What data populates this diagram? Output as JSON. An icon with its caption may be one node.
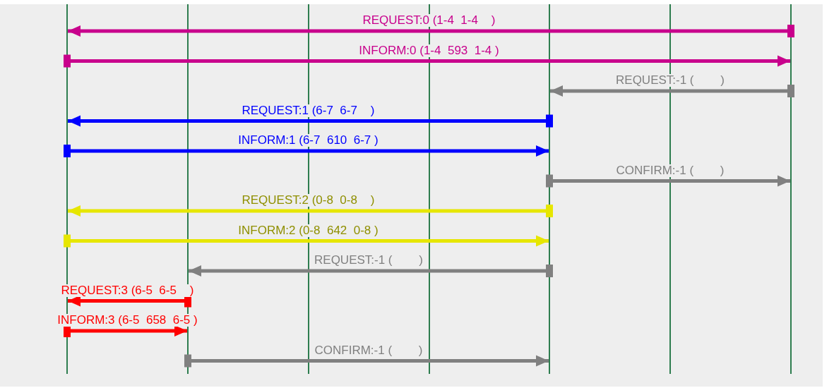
{
  "diagram": {
    "nodes": [
      {
        "text": [],
        "shape": "line"
      },
      {
        "text": [],
        "shape": "line"
      },
      {
        "text": [],
        "shape": "line"
      },
      {
        "text": [],
        "shape": "line"
      },
      {
        "text": [],
        "shape": "line"
      },
      {
        "text": [],
        "shape": "line"
      },
      {
        "text": [],
        "shape": "line"
      }
    ],
    "edges": [
      {
        "from": 6,
        "to": 0,
        "arrow": "to",
        "label": "REQUEST:0 (1-4  1-4    )",
        "color": "#c8008c"
      },
      {
        "from": 0,
        "to": 6,
        "arrow": "to",
        "label": "INFORM:0 (1-4  593  1-4 )",
        "color": "#c8008c"
      },
      {
        "from": 6,
        "to": 4,
        "arrow": "to",
        "label": "REQUEST:-1 (        )"
      },
      {
        "from": 4,
        "to": 0,
        "arrow": "to",
        "label": "REQUEST:1 (6-7  6-7    )",
        "color": "#0000ff"
      },
      {
        "from": 0,
        "to": 4,
        "arrow": "to",
        "label": "INFORM:1 (6-7  610  6-7 )",
        "color": "#0000ff"
      },
      {
        "from": 4,
        "to": 6,
        "arrow": "to",
        "label": "CONFIRM:-1 (        )"
      },
      {
        "from": 4,
        "to": 0,
        "arrow": "to",
        "label": "REQUEST:2 (0-8  0-8    )",
        "color": "#e6e600"
      },
      {
        "from": 0,
        "to": 4,
        "arrow": "to",
        "label": "INFORM:2 (0-8  642  0-8 )",
        "color": "#e6e600"
      },
      {
        "from": 4,
        "to": 1,
        "arrow": "to",
        "label": "REQUEST:-1 (        )"
      },
      {
        "from": 1,
        "to": 0,
        "arrow": "to",
        "label": "REQUEST:3 (6-5  6-5    )",
        "color": "#ff0000"
      },
      {
        "from": 0,
        "to": 1,
        "arrow": "to",
        "label": "INFORM:3 (6-5  658  6-5 )",
        "color": "#ff0000"
      },
      {
        "from": 1,
        "to": 4,
        "arrow": "to",
        "label": "CONFIRM:-1 (        )"
      }
    ]
  }
}
